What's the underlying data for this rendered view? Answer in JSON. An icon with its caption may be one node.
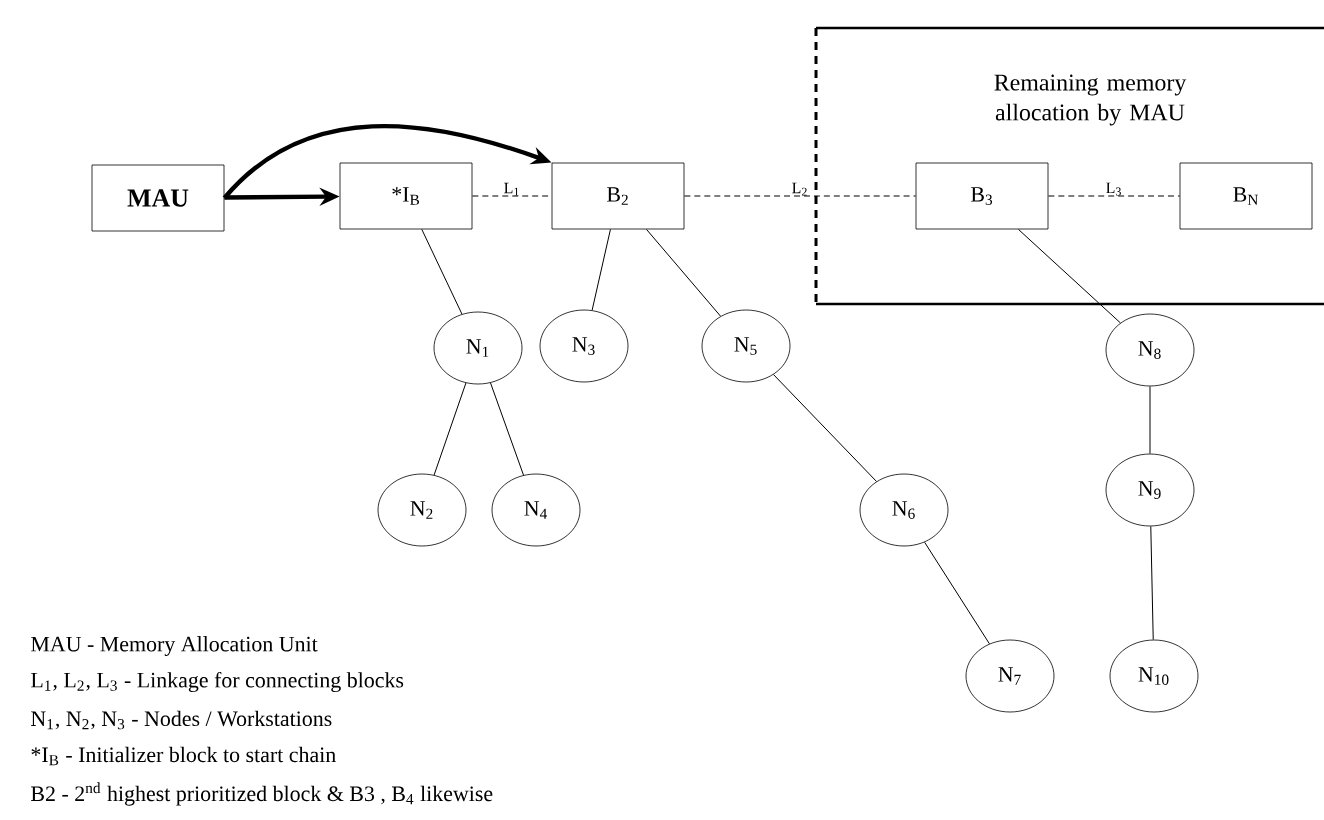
{
  "diagram": {
    "nodes": [
      {
        "text": [
          "MAU"
        ]
      },
      {
        "text": [
          "*I$_{B}$"
        ]
      },
      {
        "text": [
          "B$_{2}$"
        ]
      },
      {
        "text": [
          "Remaining memory allocation by MAU"
        ]
      },
      {
        "text": [
          "B$_{3}$"
        ],
        "in": 3
      },
      {
        "text": [
          "B$_{N}$"
        ],
        "in": 3
      },
      {
        "text": [
          "N$_{1}$"
        ]
      },
      {
        "text": [
          "N$_{3}$"
        ]
      },
      {
        "text": [
          "N$_{5}$"
        ]
      },
      {
        "text": [
          "N$_{8}$"
        ]
      },
      {
        "text": [
          "N$_{2}$"
        ]
      },
      {
        "text": [
          "N$_{4}$"
        ]
      },
      {
        "text": [
          "N$_{6}$"
        ]
      },
      {
        "text": [
          "N$_{9}$"
        ]
      },
      {
        "text": [
          "N$_{7}$"
        ]
      },
      {
        "text": [
          "N$_{10}$"
        ]
      }
    ],
    "edges": [
      {
        "from": 0,
        "to": 1,
        "arrow": "to",
        "style": "thick"
      },
      {
        "from": 0,
        "to": 2,
        "arrow": "to",
        "style": "thick"
      },
      {
        "from": 1,
        "to": 2,
        "arrow": "none",
        "style": "dashed",
        "label": "L$_{1}$"
      },
      {
        "from": 2,
        "to": 4,
        "arrow": "none",
        "style": "dashed",
        "label": "L$_{2}$"
      },
      {
        "from": 4,
        "to": 5,
        "arrow": "none",
        "style": "dashed",
        "label": "L$_{3}$"
      },
      {
        "from": 1,
        "to": 6,
        "arrow": "none"
      },
      {
        "from": 6,
        "to": 10,
        "arrow": "none"
      },
      {
        "from": 6,
        "to": 11,
        "arrow": "none"
      },
      {
        "from": 2,
        "to": 7,
        "arrow": "none"
      },
      {
        "from": 2,
        "to": 8,
        "arrow": "none"
      },
      {
        "from": 8,
        "to": 12,
        "arrow": "none"
      },
      {
        "from": 12,
        "to": 14,
        "arrow": "none"
      },
      {
        "from": 4,
        "to": 9,
        "arrow": "none"
      },
      {
        "from": 9,
        "to": 13,
        "arrow": "none"
      },
      {
        "from": 13,
        "to": 15,
        "arrow": "none"
      }
    ],
    "labels": [
      "MAU - Memory Allocation Unit",
      "L$_{1}$, L$_{2}$, L$_{3}$ - Linkage for connecting blocks",
      "N$_{1}$, N$_{2}$, N$_{3}$ - Nodes / Workstations",
      "*I$_{B}$ - Initializer block to start chain",
      "B2 - 2$^{nd}$ highest prioritized block & B3 , B$_{4}$ likewise"
    ]
  }
}
